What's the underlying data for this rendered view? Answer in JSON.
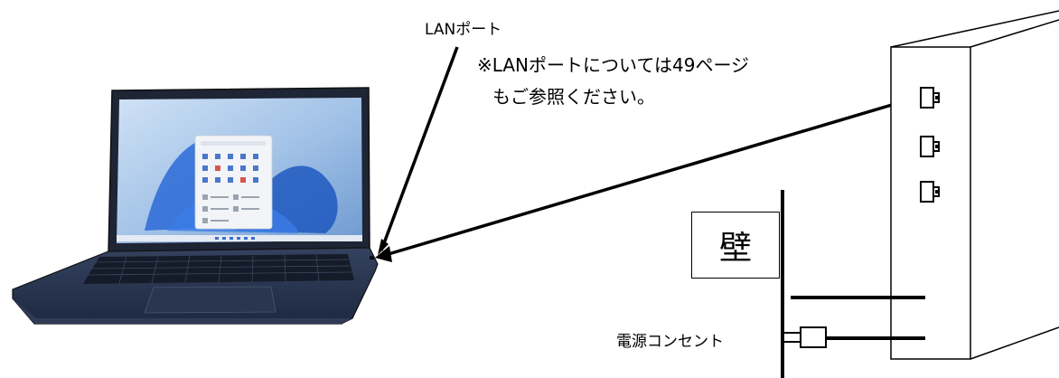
{
  "labels": {
    "lan_port": "LANポート",
    "lan_note_line1": "※LANポートについては49ページ",
    "lan_note_line2": "もご参照ください。",
    "wall": "壁",
    "power_outlet": "電源コンセント"
  },
  "colors": {
    "line": "#000000",
    "laptop_body": "#2b3a55",
    "screen_bg": "#7fa8d8",
    "screen_accent": "#1f5fc8"
  }
}
